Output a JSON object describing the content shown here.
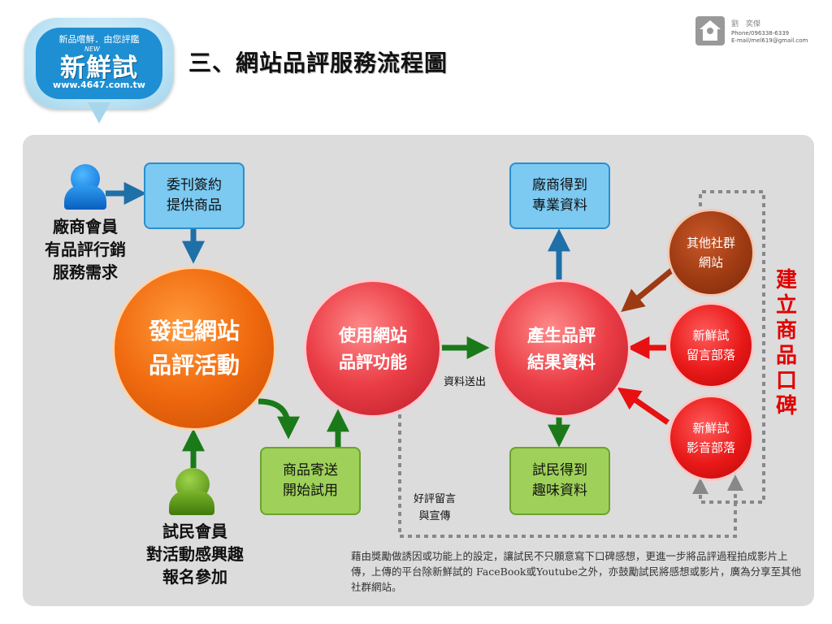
{
  "logo": {
    "tagline": "新品嚐鮮．由您評鑑",
    "new_tag": "NEW",
    "name": "新鮮試",
    "url": "www.4647.com.tw"
  },
  "title": "三、網站品評服務流程圖",
  "contact": {
    "name": "劉　奕傑",
    "phone": "Phone/096338-6339",
    "email": "E-mail/mel619@gmail.com"
  },
  "diagram": {
    "vendor_label": [
      "廠商會員",
      "有品評行銷",
      "服務需求"
    ],
    "tester_label": [
      "試民會員",
      "對活動感興趣",
      "報名參加"
    ],
    "box_commission": [
      "委刊簽約",
      "提供商品"
    ],
    "box_ship": [
      "商品寄送",
      "開始試用"
    ],
    "box_vendor_data": [
      "廠商得到",
      "專業資料"
    ],
    "box_tester_data": [
      "試民得到",
      "趣味資料"
    ],
    "circle_launch": [
      "發起網站",
      "品評活動"
    ],
    "circle_use": [
      "使用網站",
      "品評功能"
    ],
    "circle_result": [
      "產生品評",
      "結果資料"
    ],
    "circle_social": [
      "其他社群",
      "網站"
    ],
    "circle_comment": [
      "新鮮試",
      "留言部落"
    ],
    "circle_video": [
      "新鮮試",
      "影音部落"
    ],
    "data_send": "資料送出",
    "good_review": [
      "好評留言",
      "與宣傳"
    ],
    "word_of_mouth": [
      "建",
      "立",
      "商",
      "品",
      "口",
      "碑"
    ],
    "note": "藉由獎勵做誘因或功能上的設定，讓試民不只願意寫下口碑感想，更進一步將品評過程拍成影片上傳，上傳的平台除新鮮試的 FaceBook或Youtube之外，亦鼓勵試民將感想或影片，廣為分享至其他社群網站。"
  },
  "colors": {
    "blue_box": "#7cc9f1",
    "green_box": "#9fd15a",
    "arrow_blue": "#1f6fa8",
    "arrow_green": "#1a7a1a",
    "arrow_red": "#e81010",
    "arrow_brown": "#9e3a12",
    "accent_red": "#e10000"
  }
}
